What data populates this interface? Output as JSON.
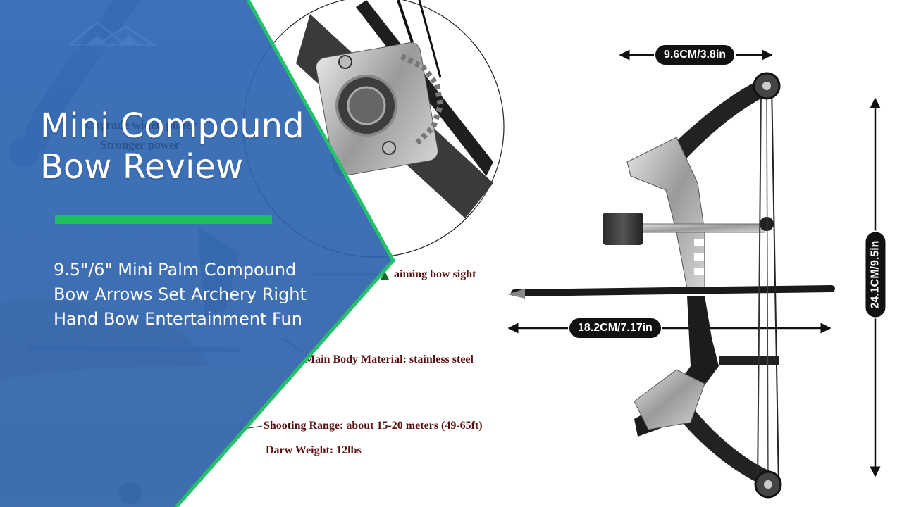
{
  "colors": {
    "panel_blue": "#2f66b3",
    "accent_green": "#1fbf5a",
    "spec_text": "#5a1010",
    "pill_bg": "#111111"
  },
  "brand": {
    "name": "Huntingdoor"
  },
  "headline": {
    "line1": "Mini Compound",
    "line2": "Bow Review"
  },
  "subtitle": {
    "line1": "9.5\"/6\" Mini Palm Compound",
    "line2": "Bow Arrows Set Archery Right",
    "line3": "Hand Bow Entertainment Fun"
  },
  "background_labels": {
    "upgrade": "Upgrade widen pulley",
    "stronger": "Stronger power"
  },
  "specs": {
    "sight": "aiming bow sight",
    "material": "Main Body Material: stainless steel",
    "range": "Shooting Range: about 15-20 meters (49-65ft)",
    "weight": "Darw Weight: 12lbs"
  },
  "dimensions": {
    "width": "9.6CM/3.8in",
    "length": "18.2CM/7.17in",
    "height": "24.1CM/9.5in"
  }
}
